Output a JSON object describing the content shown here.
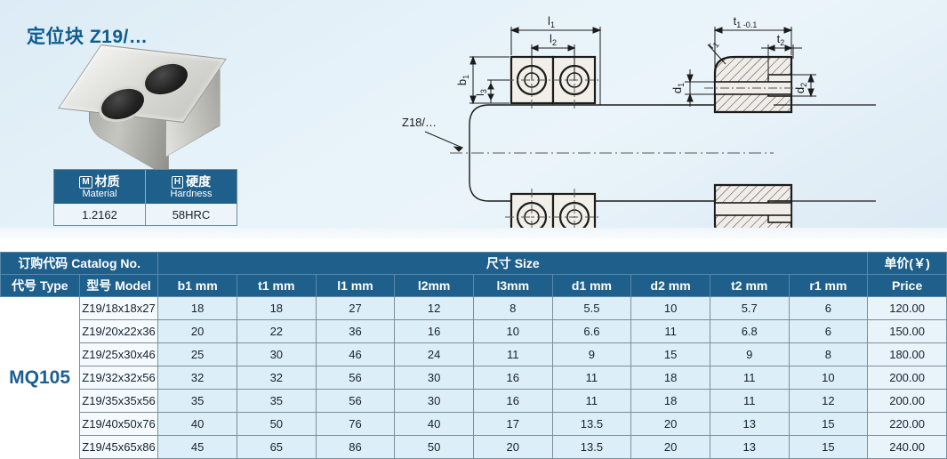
{
  "header": {
    "title_cn": "定位块",
    "title_code": "Z19/…"
  },
  "spec": {
    "material": {
      "badge": "M",
      "label_cn": "材质",
      "label_en": "Material",
      "value": "1.2162"
    },
    "hardness": {
      "badge": "H",
      "label_cn": "硬度",
      "label_en": "Hardness",
      "value": "58HRC"
    }
  },
  "drawing": {
    "ref_label": "Z18/…",
    "dim_l1": "l",
    "dim_l1_sub": "1",
    "dim_l2": "l",
    "dim_l2_sub": "2",
    "dim_l3": "l",
    "dim_l3_sub": "3",
    "dim_b1": "b",
    "dim_b1_sub": "1",
    "dim_d1": "d",
    "dim_d1_sub": "1",
    "dim_d2": "d",
    "dim_d2_sub": "2",
    "dim_t1": "t",
    "dim_t1_sub": "1",
    "dim_t1_tol": "-0.1",
    "dim_t2": "t",
    "dim_t2_sub": "2",
    "dim_r1": "r",
    "dim_r1_sub": "1"
  },
  "table": {
    "group_catalog": "订购代码 Catalog No.",
    "group_size": "尺寸 Size",
    "group_price_cn": "单价(￥)",
    "group_price_en": "Price",
    "col_type": "代号 Type",
    "col_model": "型号 Model",
    "columns": [
      "b1 mm",
      "t1 mm",
      "l1 mm",
      "l2mm",
      "l3mm",
      "d1 mm",
      "d2 mm",
      "t2 mm",
      "r1 mm"
    ],
    "type_value": "MQ105",
    "rows": [
      {
        "model": "Z19/18x18x27",
        "b1": "18",
        "t1": "18",
        "l1": "27",
        "l2": "12",
        "l3": "8",
        "d1": "5.5",
        "d2": "10",
        "t2": "5.7",
        "r1": "6",
        "price": "120.00"
      },
      {
        "model": "Z19/20x22x36",
        "b1": "20",
        "t1": "22",
        "l1": "36",
        "l2": "16",
        "l3": "10",
        "d1": "6.6",
        "d2": "11",
        "t2": "6.8",
        "r1": "6",
        "price": "150.00"
      },
      {
        "model": "Z19/25x30x46",
        "b1": "25",
        "t1": "30",
        "l1": "46",
        "l2": "24",
        "l3": "11",
        "d1": "9",
        "d2": "15",
        "t2": "9",
        "r1": "8",
        "price": "180.00"
      },
      {
        "model": "Z19/32x32x56",
        "b1": "32",
        "t1": "32",
        "l1": "56",
        "l2": "30",
        "l3": "16",
        "d1": "11",
        "d2": "18",
        "t2": "11",
        "r1": "10",
        "price": "200.00"
      },
      {
        "model": "Z19/35x35x56",
        "b1": "35",
        "t1": "35",
        "l1": "56",
        "l2": "30",
        "l3": "16",
        "d1": "11",
        "d2": "18",
        "t2": "11",
        "r1": "12",
        "price": "200.00"
      },
      {
        "model": "Z19/40x50x76",
        "b1": "40",
        "t1": "50",
        "l1": "76",
        "l2": "40",
        "l3": "17",
        "d1": "13.5",
        "d2": "20",
        "t2": "13",
        "r1": "15",
        "price": "220.00"
      },
      {
        "model": "Z19/45x65x86",
        "b1": "45",
        "t1": "65",
        "l1": "86",
        "l2": "50",
        "l3": "20",
        "d1": "13.5",
        "d2": "20",
        "t2": "13",
        "r1": "15",
        "price": "240.00"
      }
    ]
  },
  "colors": {
    "header_blue": "#1f5f8b",
    "title_blue": "#0d5d91",
    "cell_blue": "#dceef7",
    "panel_bg": "#e6f2f9"
  }
}
